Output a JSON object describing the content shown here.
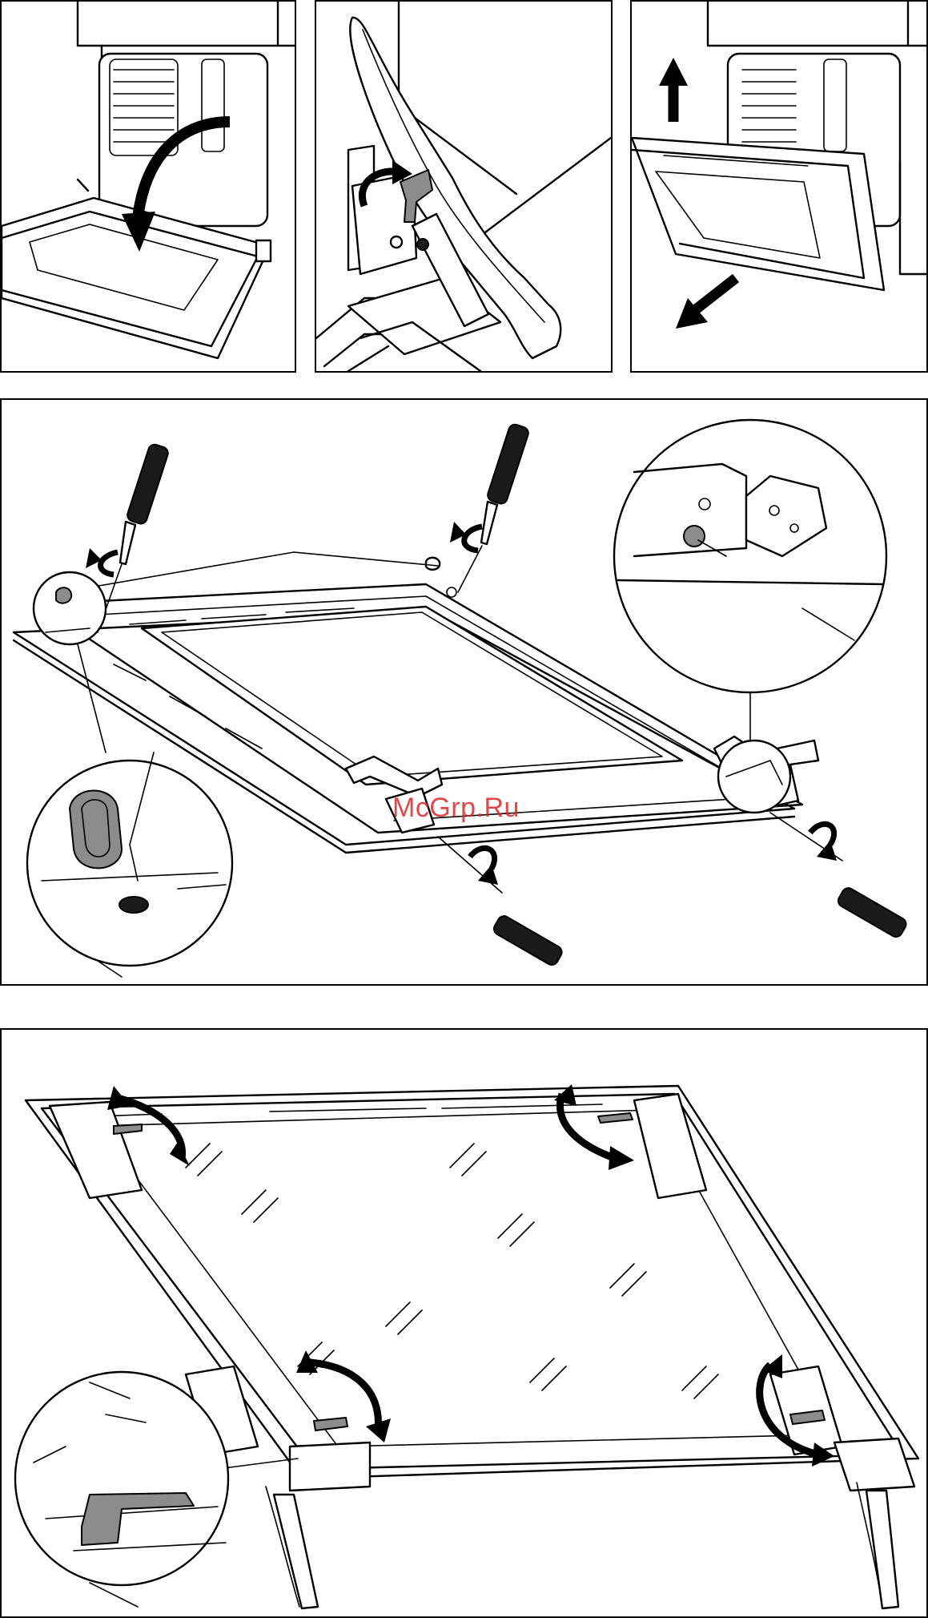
{
  "watermark": {
    "text": "McGrp.Ru",
    "color": "#e0262a"
  },
  "figures": [
    {
      "id": "step-1-open-door",
      "icons": [
        "curved-arrow-icon"
      ]
    },
    {
      "id": "step-2-hinge-lever",
      "icons": [
        "rotate-arrow-icon"
      ]
    },
    {
      "id": "step-3-lift-door",
      "icons": [
        "up-arrow-icon",
        "down-left-arrow-icon"
      ]
    },
    {
      "id": "step-4-unscrew-door",
      "icons": [
        "screwdriver-icon",
        "magnifier-circle-icon",
        "rotate-arrow-icon"
      ]
    },
    {
      "id": "step-5-remove-glass",
      "icons": [
        "double-arrow-icon",
        "magnifier-circle-icon"
      ]
    }
  ]
}
